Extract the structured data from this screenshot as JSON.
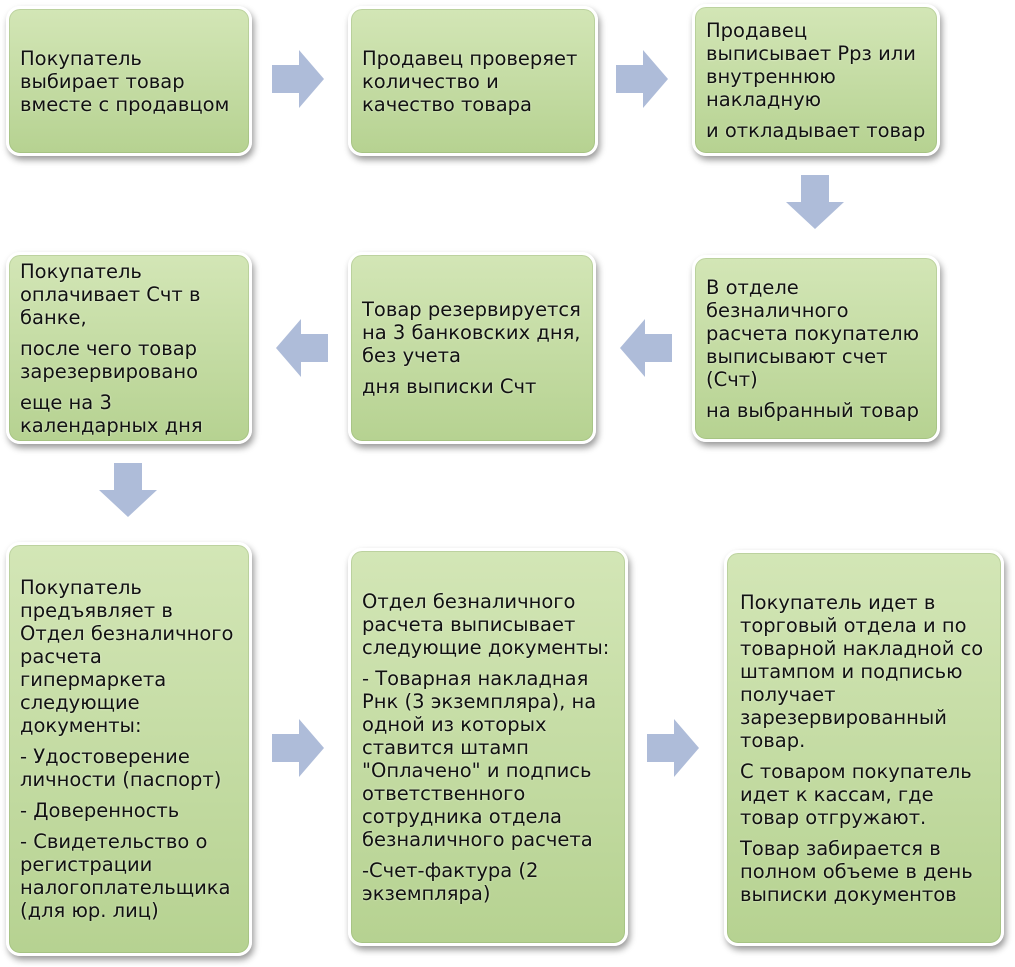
{
  "colors": {
    "box_fill": "#c3dba2",
    "box_border": "#ffffff",
    "arrow_fill": "#aebcd9",
    "text": "#111111"
  },
  "steps": [
    {
      "paragraphs": [
        "Покупатель выбирает товар вместе с продавцом"
      ]
    },
    {
      "paragraphs": [
        "Продавец проверяет количество и качество товара"
      ]
    },
    {
      "paragraphs": [
        "Продавец выписывает  Ррз или внутреннюю накладную",
        "и откладывает товар"
      ]
    },
    {
      "paragraphs": [
        "В отделе безналичного расчета покупателю выписывают счет (Счт)",
        "на выбранный товар"
      ]
    },
    {
      "paragraphs": [
        "Товар резервируется на 3 банковских дня, без учета",
        "дня выписки  Счт"
      ]
    },
    {
      "paragraphs": [
        "Покупатель оплачивает Счт в банке,",
        "после чего товар зарезервировано",
        "еще на 3 календарных дня"
      ]
    },
    {
      "paragraphs": [
        "Покупатель предъявляет в Отдел безналичного расчета гипермаркета следующие документы:",
        "- Удостоверение личности (паспорт)",
        "- Доверенность",
        "- Свидетельство о регистрации налогоплательщика (для юр. лиц)"
      ]
    },
    {
      "paragraphs": [
        "Отдел безналичного расчета выписывает следующие документы:",
        "- Товарная накладная Рнк (3 экземпляра), на одной из которых ставится штамп \"Оплачено\" и подпись ответственного сотрудника отдела безналичного расчета",
        "-Счет-фактура (2 экземпляра)"
      ]
    },
    {
      "paragraphs": [
        "Покупатель идет в торговый отдела и по товарной накладной со штампом и подписью получает зарезервированный товар.",
        "С товаром покупатель идет к кассам, где товар отгружают.",
        "Товар забирается в полном объеме в день выписки документов"
      ]
    }
  ],
  "arrows": [
    {
      "direction": "right"
    },
    {
      "direction": "right"
    },
    {
      "direction": "down"
    },
    {
      "direction": "left"
    },
    {
      "direction": "left"
    },
    {
      "direction": "down"
    },
    {
      "direction": "right"
    },
    {
      "direction": "right"
    }
  ]
}
